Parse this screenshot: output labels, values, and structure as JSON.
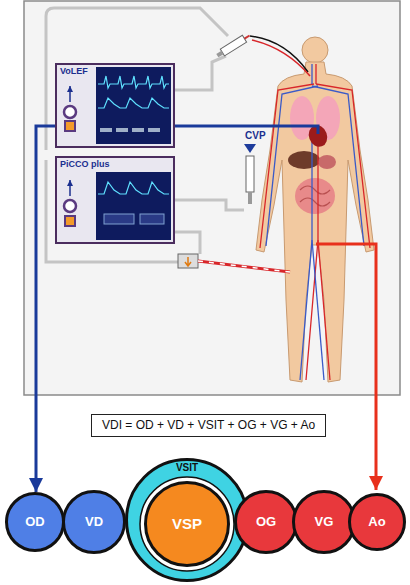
{
  "diagram": {
    "nodes": [
      {
        "text": [
          "VoLEF"
        ]
      },
      {
        "text": [
          "PiCCO plus"
        ]
      },
      {
        "text": [
          "VDI = OD + VD + VSIT + OG + VG + Ao"
        ]
      },
      {
        "text": [
          "OD"
        ]
      },
      {
        "text": [
          "VD"
        ]
      },
      {
        "text": [
          "VSIT"
        ]
      },
      {
        "text": [
          "VSP"
        ],
        "in": 5
      },
      {
        "text": [
          "OG"
        ]
      },
      {
        "text": [
          "VG"
        ]
      },
      {
        "text": [
          "Ao"
        ]
      }
    ],
    "edges": [
      {
        "from": 0,
        "to": 3,
        "arrow": "to"
      }
    ],
    "labels": [
      "CVP"
    ]
  }
}
